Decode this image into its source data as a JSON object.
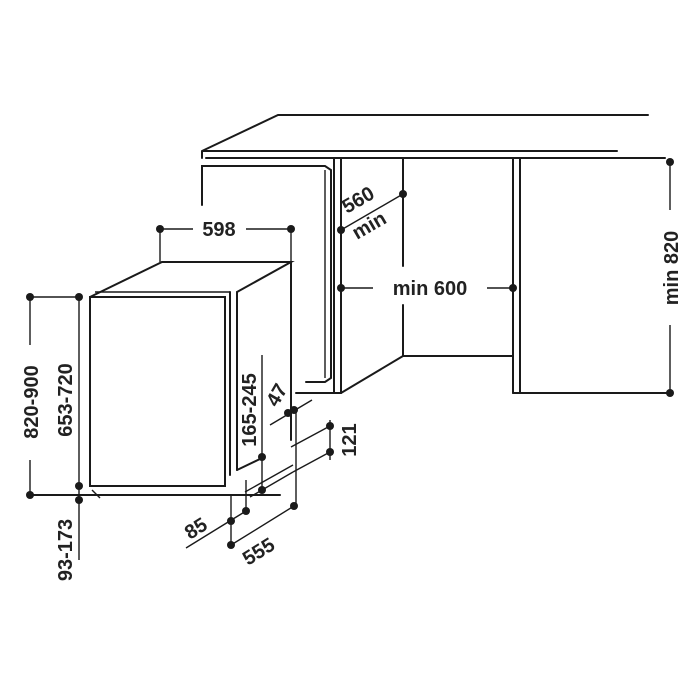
{
  "colors": {
    "line": "#1a1a1a",
    "background": "#ffffff"
  },
  "dimensions": {
    "appliance_width": "598",
    "niche_depth": "560",
    "niche_depth_unit": "min",
    "niche_width": "min 600",
    "niche_height": "min 820",
    "total_height": "820-900",
    "door_height": "653-720",
    "plinth_height": "93-173",
    "plinth_recess_height": "165-245",
    "gap_47": "47",
    "gap_121": "121",
    "plinth_depth_85": "85",
    "appliance_depth": "555"
  }
}
